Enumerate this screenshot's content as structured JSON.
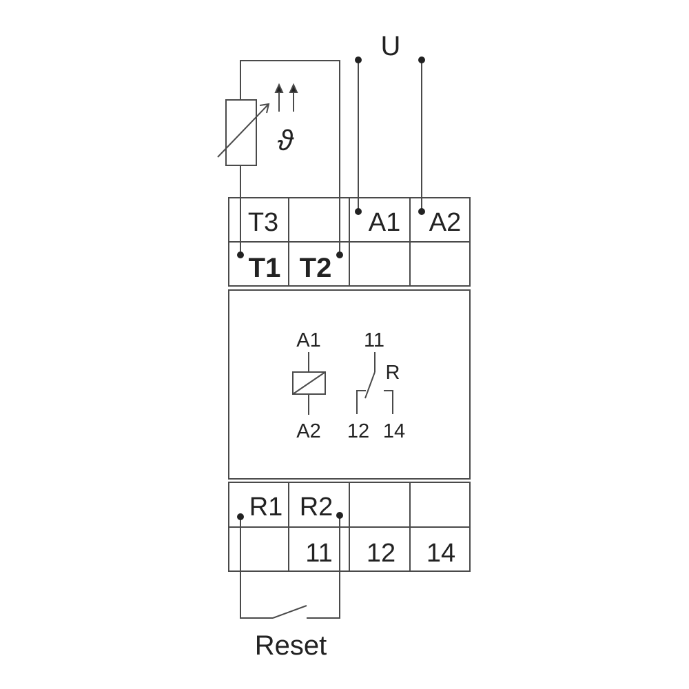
{
  "supply": {
    "label": "U"
  },
  "terminals": {
    "top_row_1": [
      "T3",
      "",
      "A1",
      "A2"
    ],
    "top_row_2": [
      "T1",
      "T2",
      "",
      ""
    ],
    "bottom_row_1": [
      "R1",
      "R2",
      "",
      ""
    ],
    "bottom_row_2": [
      "",
      "11",
      "12",
      "14"
    ]
  },
  "schematic": {
    "coil_top": "A1",
    "coil_bottom": "A2",
    "contact_common": "11",
    "relay_label": "R",
    "contact_nc": "12",
    "contact_no": "14"
  },
  "sensor": {
    "symbol": "ϑ"
  },
  "reset": {
    "label": "Reset"
  },
  "colors": {
    "line": "#4a4a4a",
    "text": "#222222",
    "background": "#ffffff"
  }
}
